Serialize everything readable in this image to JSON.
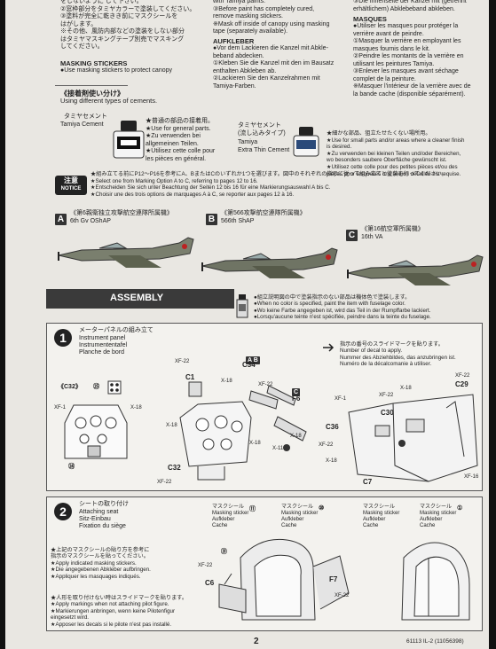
{
  "top_left": {
    "lines": "をしないように して下さい。\n②窓枠部分をタミヤカラーで塗装してください。\n③塗料が完全に乾きき前にマスクシールを\nはがします。\n※その他、風防内部などの塗装をしない部分\nはタミヤマスキングテープ別売でマスキング\nしてください。"
  },
  "masking": {
    "title": "MASKING STICKERS",
    "en": "●Use masking stickers to protect canopy"
  },
  "top_mid": {
    "lines": "with Tamiya paints.\n③Before paint has completely cured,\nremove masking stickers.\n※Mask off inside of canopy using masking\ntape (separately available).",
    "aufkleber_title": "AUFKLEBER",
    "de": "●Vor dem Lackieren die Kanzel mit Abkle-\nbeband abdecken.\n①Kleben Sie die Kanzel mit den im Bausatz\nenthalten Abkleben ab.\n②Lackieren Sie den Kanzelrahmen mit\nTamiya-Farben."
  },
  "top_right": {
    "lines": "③Die Innenseite der Kanzel mit (getrennt\nerhältlichem) Abklebeband abkleben.",
    "masques_title": "MASQUES",
    "fr": "●Utiliser les masques pour protéger la\nverrière avant de peindre.\n①Masquer la verrière en employant les\nmasques fournis dans le kit.\n②Peindre les montants de la verrière en\nutilisant les peintures Tamiya.\n③Enlever les masques avant séchage\ncomplet de la peinture.\n※Masquer l'intérieur de la verrière avec de\nla bande cache (disponible séparément)."
  },
  "cements": {
    "jp_title": "《接着剤使い分け》",
    "en_title": "Using different types of cements.",
    "left_jp": "タミヤセメント",
    "left_name": "Tamiya Cement",
    "left_desc": "★普通の部品の接着用。\n★Use for general parts.\n★Zu verwenden bei\nallgemeinen Teilen.\n★Utilisez cette colle pour\nles pièces en général.",
    "mid_jp": "タミヤセメント\n(流し込みタイプ)",
    "mid_name": "Tamiya\nExtra Thin Cement",
    "right_desc": "★細かな部品、狙立たせたくない場所用。\n★Use for small parts and/or areas where a cleaner finish\nis desired.\n★Zu verwenden bei kleinen Teilen und/oder Bereichen,\nwo besonders saubere Oberfläche gewünscht ist.\n★Utilisez cette colle pour des petites pièces et/ou des\npièces pour lesquelles une finition détaillée est requise."
  },
  "notice": {
    "badge_jp": "注意",
    "badge_en": "NOTICE",
    "text": "★組み立てる前にP12〜P16を参考にA、BまたはCのいずれか1つを選びます。図中のそれぞれの指示に従って組み立てと塗装を行ってください。\n★Select one from Marking Option A to C, referring to pages 12 to 16.\n★Entscheiden Sie sich unter Beachtung der Seiten 12 bis 16 für eine Markierungsauswahl A bis C.\n★Choisir une des trois options de marquages A à C, se reporter aux pages 12 à 16."
  },
  "options": [
    {
      "letter": "A",
      "jp": "《第6親衛独立攻撃航空連隊所属機》",
      "en": "6th Gv OShAP"
    },
    {
      "letter": "B",
      "jp": "《第566攻撃航空連隊所属機》",
      "en": "566th ShAP"
    },
    {
      "letter": "C",
      "jp": "《第16航空軍所属機》",
      "en": "16th VA"
    }
  ],
  "assembly": {
    "title": "ASSEMBLY",
    "legend": "●組立説明図の中で塗装指示のない部品は機体色で塗装します。\n●When no color is specified, paint the item with fuselage color.\n●Wo keine Farbe angegeben ist, wird das Teil in der Rumpffarbe lackiert.\n●Lorsqu'aucune teinte n'est spécifiée, peindre dans la teinte du fuselage."
  },
  "step1": {
    "num": "1",
    "jp": "メーターパネルの組み立て",
    "en": "Instrument panel",
    "de": "Instrumententafel",
    "fr": "Planche de bord",
    "decal_note": "指示の番号のスライドマークを貼ります。\nNumber of decal to apply.\nNummer des Abziehbildes, das anzubringen ist.\nNuméro de la décalcomanie à utiliser.",
    "labels": {
      "c32a": "《C32》",
      "n25": "㉕",
      "xf1": "XF-1",
      "x18a": "X-18",
      "n24": "㉔",
      "xf22a": "XF-22",
      "c1": "C1",
      "ab": "A B",
      "c34": "C34",
      "x18b": "X-18",
      "xf22b": "XF-22",
      "c": "C",
      "f6": "F6",
      "x18c": "X-18",
      "x18d": "X-18",
      "x11": "X-11",
      "x18e": "X-18",
      "c32b": "C32",
      "xf22c": "XF-22",
      "x18f": "X-18",
      "xf22d": "XF-22",
      "c29": "C29",
      "xf22e": "XF-22",
      "xf1b": "XF-1",
      "c30": "C30",
      "c36": "C36",
      "xf22f": "XF-22",
      "x18g": "X-18",
      "c7": "C7",
      "xf16": "XF-16"
    }
  },
  "step2": {
    "num": "2",
    "jp": "シートの取り付け",
    "en": "Attaching seat",
    "de": "Sitz-Einbau",
    "fr": "Fixation du siège",
    "note1": "★上記のマスクシールの貼り方を参考に\n指示のマスクシールを貼ってください。\n★Apply indicated masking stickers.\n★Die angegebenen Abkleber aufbringen.\n★Appliquer les masquages indiqués.",
    "note2": "★人形を取り付けない時はスライドマークを貼ります。\n★Apply markings when not attaching pilot figure.\n★Markierungen anbringen, wenn keine Pilotenfigur\neingesetzt wird.\n★Apposer les decals si le pilote n'est pas installé.",
    "sticker_label": "マスクシール\nMasking sticker\nAufkleber\nCache",
    "stk1": "⑪",
    "stk2": "⑩",
    "stk3": "①",
    "labels": {
      "n31": "㉛",
      "xf22a": "XF-22",
      "c6": "C6",
      "f7": "F7",
      "xf22b": "XF-22"
    }
  },
  "footer": {
    "page": "2",
    "code": "61113 IL-2 (11056398)"
  }
}
